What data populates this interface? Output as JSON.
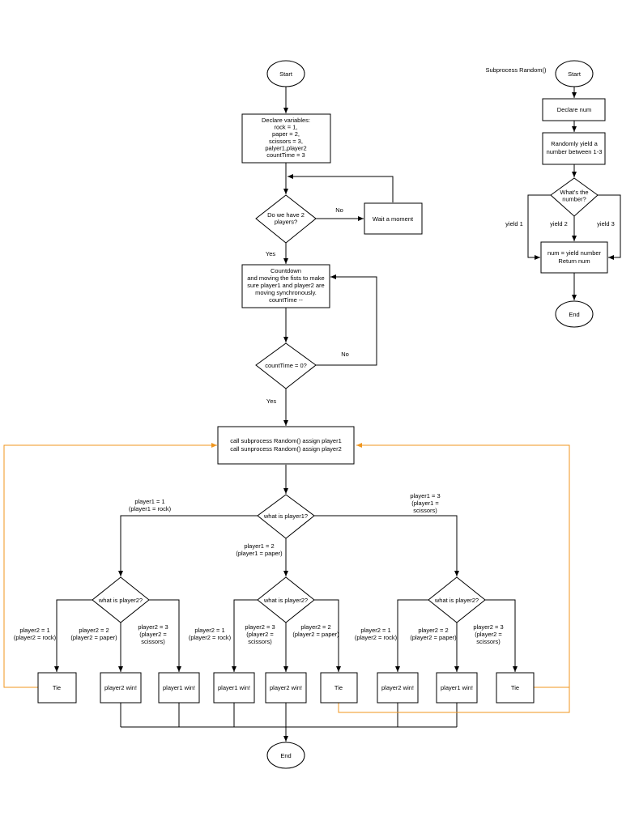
{
  "main": {
    "start": "Start",
    "declare": [
      "Declare variables:",
      "rock = 1,",
      "paper = 2,",
      "scissors = 3,",
      "palyer1,player2",
      "countTime = 3"
    ],
    "have_players": [
      "Do we have 2",
      "players?"
    ],
    "wait": "Wait a moment",
    "countdown": [
      "Countdown",
      "and moving the fists to make",
      "sure player1 and player2 are",
      "moving synchronously.",
      "countTime --"
    ],
    "count_check": "countTime = 0?",
    "call_random": [
      "call subprocess Random() assign player1",
      "call sunprocess Random() assign player2"
    ],
    "what_p1": "what is player1?",
    "what_p2_left": "what is player2?",
    "what_p2_mid": "what is player2?",
    "what_p2_right": "what is player2?",
    "results": [
      "Tie",
      "player2 win!",
      "player1 win!",
      "player1 win!",
      "player2 win!",
      "Tie",
      "player2 win!",
      "player1 win!",
      "Tie"
    ],
    "end": "End"
  },
  "labels": {
    "yes1": "Yes",
    "no1": "No",
    "yes2": "Yes",
    "no2": "No",
    "p1_rock": [
      "player1 = 1",
      "(player1 = rock)"
    ],
    "p1_paper": [
      "player1 = 2",
      "(player1 = paper)"
    ],
    "p1_scissors": [
      "player1 = 3",
      "(player1 =",
      "scissors)"
    ],
    "l_rock": [
      "player2 = 1",
      "(player2 = rock)"
    ],
    "l_paper": [
      "player2 = 2",
      "(player2 = paper)"
    ],
    "l_scissors": [
      "player2 = 3",
      "(player2 =",
      "scissors)"
    ],
    "m_rock": [
      "player2 = 1",
      "(player2 = rock)"
    ],
    "m_scissors": [
      "player2 = 3",
      "(player2 =",
      "scissors)"
    ],
    "m_paper": [
      "player2 = 2",
      "(player2 = paper)"
    ],
    "r_rock": [
      "player2 = 1",
      "(player2 = rock)"
    ],
    "r_paper": [
      "player2 = 2",
      "(player2 = paper)"
    ],
    "r_scissors": [
      "player2 = 3",
      "(player2 =",
      "scissors)"
    ]
  },
  "sub": {
    "title": "Subprocess Random()",
    "start": "Start",
    "declare": "Declare num",
    "randomly": [
      "Randomly yield a",
      "number between 1-3"
    ],
    "whats": [
      "What's the",
      "number?"
    ],
    "yield1": "yield 1",
    "yield2": "yield 2",
    "yield3": "yield 3",
    "assign": [
      "num = yield number",
      "Return num"
    ],
    "end": "End"
  },
  "colors": {
    "loop_edge": "#f0961e",
    "line": "#000000"
  }
}
